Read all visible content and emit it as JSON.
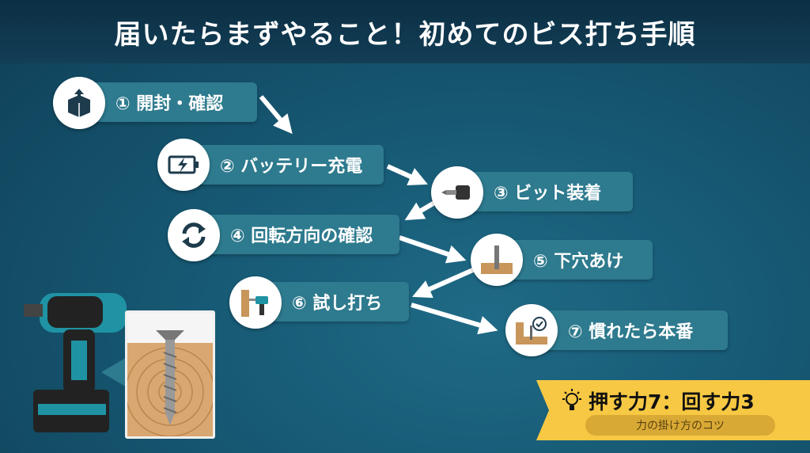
{
  "title": "届いたらまずやること！初めてのビス打ち手順",
  "steps": [
    {
      "label": "① 開封・確認",
      "icon": "box-open-icon"
    },
    {
      "label": "② バッテリー充電",
      "icon": "battery-charging-icon"
    },
    {
      "label": "③ ビット装着",
      "icon": "drill-bit-icon"
    },
    {
      "label": "④ 回転方向の確認",
      "icon": "rotation-arrows-icon"
    },
    {
      "label": "⑤ 下穴あけ",
      "icon": "pilot-hole-icon"
    },
    {
      "label": "⑥ 試し打ち",
      "icon": "test-drive-icon"
    },
    {
      "label": "⑦ 慣れたら本番",
      "icon": "check-wood-icon"
    }
  ],
  "tip": {
    "main": "押す力7：回す力3",
    "sub": "力の掛け方のコツ",
    "icon": "lightbulb-icon"
  },
  "colors": {
    "accent": "#f7c843",
    "pill": "#2e7a8e",
    "drill": "#1f93a3"
  }
}
